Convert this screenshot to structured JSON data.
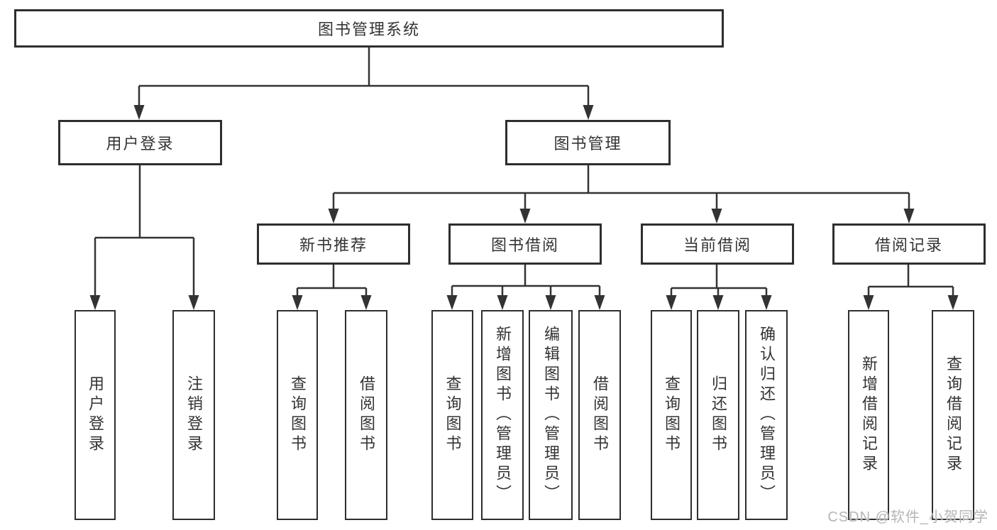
{
  "diagram": {
    "title": "图书管理系统",
    "tree": {
      "root": {
        "label": "图书管理系统",
        "children": [
          {
            "label": "用户登录",
            "children": [
              {
                "label": "用户登录"
              },
              {
                "label": "注销登录"
              }
            ]
          },
          {
            "label": "图书管理",
            "children": [
              {
                "label": "新书推荐",
                "children": [
                  {
                    "label": "查询图书"
                  },
                  {
                    "label": "借阅图书"
                  }
                ]
              },
              {
                "label": "图书借阅",
                "children": [
                  {
                    "label": "查询图书"
                  },
                  {
                    "label": "新增图书（管理员）"
                  },
                  {
                    "label": "编辑图书（管理员）"
                  },
                  {
                    "label": "借阅图书"
                  }
                ]
              },
              {
                "label": "当前借阅",
                "children": [
                  {
                    "label": "查询图书"
                  },
                  {
                    "label": "归还图书"
                  },
                  {
                    "label": "确认归还（管理员）"
                  }
                ]
              },
              {
                "label": "借阅记录",
                "children": [
                  {
                    "label": "新增借阅记录"
                  },
                  {
                    "label": "查询借阅记录"
                  }
                ]
              }
            ]
          }
        ]
      }
    }
  },
  "watermark": {
    "text": "CSDN @软件_小贺同学"
  },
  "colors": {
    "background": "#ffffff",
    "line": "#333333",
    "box_border": "#2e2e2e",
    "box_fill": "#ffffff",
    "text": "#333333",
    "watermark": "#b5b5b5"
  }
}
